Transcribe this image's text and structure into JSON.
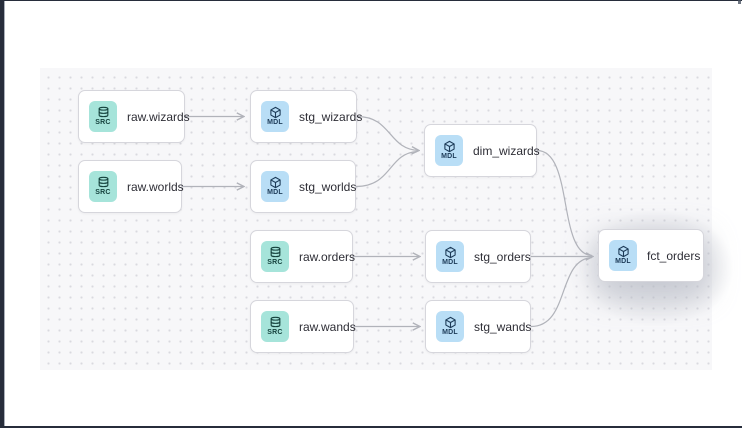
{
  "diagram": {
    "type": "dag-lineage",
    "badges": {
      "src": {
        "label": "SRC",
        "icon": "database-icon",
        "bg": "#a6e4da",
        "fg": "#14413c"
      },
      "mdl": {
        "label": "MDL",
        "icon": "cube-icon",
        "bg": "#b9def6",
        "fg": "#1c3a57"
      }
    },
    "nodes": [
      {
        "id": "raw.wizards",
        "label": "raw.wizards",
        "badge": "src"
      },
      {
        "id": "stg_wizards",
        "label": "stg_wizards",
        "badge": "mdl"
      },
      {
        "id": "raw.worlds",
        "label": "raw.worlds",
        "badge": "src"
      },
      {
        "id": "stg_worlds",
        "label": "stg_worlds",
        "badge": "mdl"
      },
      {
        "id": "dim_wizards",
        "label": "dim_wizards",
        "badge": "mdl"
      },
      {
        "id": "raw.orders",
        "label": "raw.orders",
        "badge": "src"
      },
      {
        "id": "stg_orders",
        "label": "stg_orders",
        "badge": "mdl"
      },
      {
        "id": "raw.wands",
        "label": "raw.wands",
        "badge": "src"
      },
      {
        "id": "stg_wands",
        "label": "stg_wands",
        "badge": "mdl"
      },
      {
        "id": "fct_orders",
        "label": "fct_orders",
        "badge": "mdl",
        "highlighted": true
      }
    ],
    "edges": [
      {
        "from": "raw.wizards",
        "to": "stg_wizards"
      },
      {
        "from": "raw.worlds",
        "to": "stg_worlds"
      },
      {
        "from": "stg_wizards",
        "to": "dim_wizards"
      },
      {
        "from": "stg_worlds",
        "to": "dim_wizards"
      },
      {
        "from": "raw.orders",
        "to": "stg_orders"
      },
      {
        "from": "raw.wands",
        "to": "stg_wands"
      },
      {
        "from": "dim_wizards",
        "to": "fct_orders"
      },
      {
        "from": "stg_orders",
        "to": "fct_orders"
      },
      {
        "from": "stg_wands",
        "to": "fct_orders"
      }
    ],
    "selected_node": "fct_orders"
  },
  "colors": {
    "canvas_bg": "#f7f7f9",
    "canvas_dots": "#d9d9df",
    "node_bg": "#ffffff",
    "node_border": "#d6d6dc",
    "edge": "#b1b3ba",
    "frame_bar": "#272d3b"
  }
}
